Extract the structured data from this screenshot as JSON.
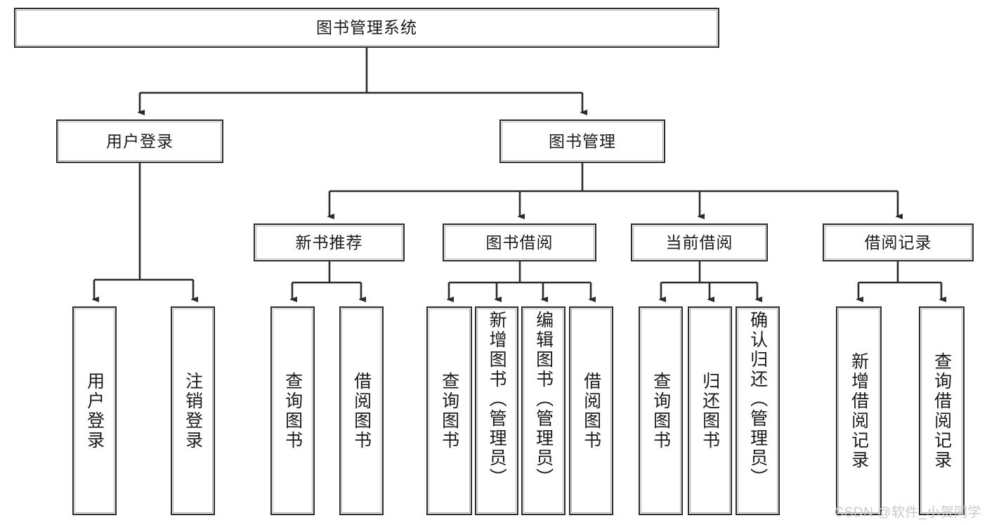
{
  "diagram": {
    "title": "图书管理系统",
    "type": "hierarchy-tree",
    "colors": {
      "box_border": "#2b2b2b",
      "box_fill": "#ffffff",
      "connector": "#2b2b2b",
      "watermark": "#c9c9c9",
      "background": "#ffffff"
    },
    "root": {
      "label": "图书管理系统"
    },
    "level1": [
      {
        "label": "用户登录"
      },
      {
        "label": "图书管理"
      }
    ],
    "level2": [
      {
        "label": "新书推荐"
      },
      {
        "label": "图书借阅"
      },
      {
        "label": "当前借阅"
      },
      {
        "label": "借阅记录"
      }
    ],
    "leaves": {
      "user_login": [
        {
          "label": "用户登录"
        },
        {
          "label": "注销登录"
        }
      ],
      "new_book_recommend": [
        {
          "label": "查询图书"
        },
        {
          "label": "借阅图书"
        }
      ],
      "book_borrow": [
        {
          "label": "查询图书"
        },
        {
          "label": "新增图书（管理员）"
        },
        {
          "label": "编辑图书（管理员）"
        },
        {
          "label": "借阅图书"
        }
      ],
      "current_borrow": [
        {
          "label": "查询图书"
        },
        {
          "label": "归还图书"
        },
        {
          "label": "确认归还（管理员）"
        }
      ],
      "borrow_records": [
        {
          "label": "新增借阅记录"
        },
        {
          "label": "查询借阅记录"
        }
      ]
    }
  },
  "watermark": {
    "text": "CSDN @软件_小贺同学"
  }
}
